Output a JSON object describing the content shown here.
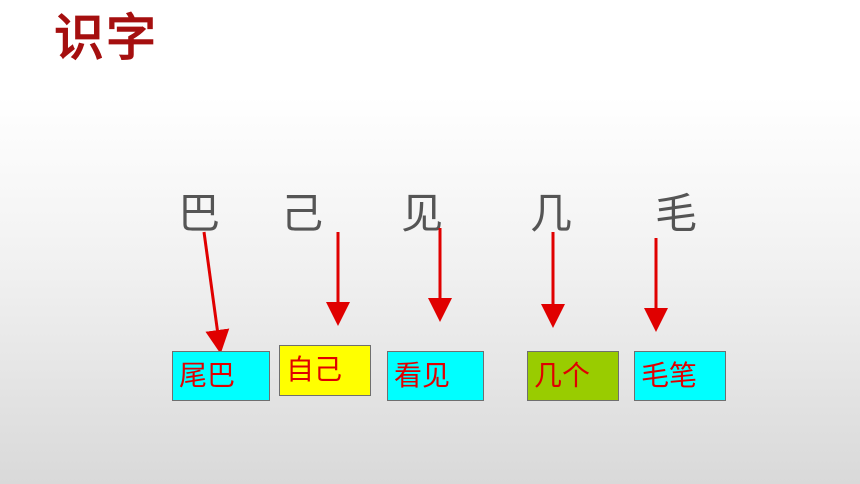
{
  "title": "识字",
  "characters": [
    "巴",
    "己",
    "见",
    "几",
    "毛"
  ],
  "words": [
    "尾巴",
    "自己",
    "看见",
    "几个",
    "毛笔"
  ],
  "colors": {
    "title": "#a50f0f",
    "character_text": "#555555",
    "arrow": "#e00000",
    "word_text": "#e00000",
    "box_cyan": "#00ffff",
    "box_yellow": "#ffff00",
    "box_green": "#99cc00"
  }
}
